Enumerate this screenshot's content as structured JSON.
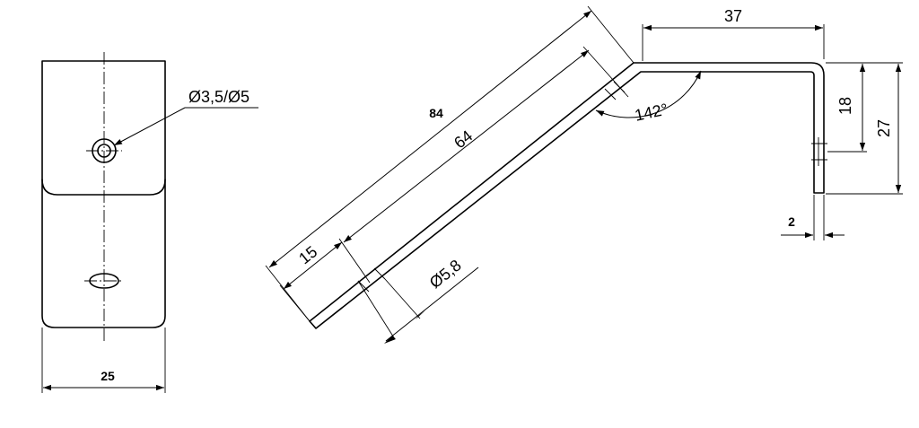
{
  "dimensions": {
    "hole_diameter": "Ø3,5/Ø5",
    "width": "25",
    "long_length": "84",
    "inner_length": "64",
    "end_offset": "15",
    "slot_diameter": "Ø5,8",
    "top_length": "37",
    "hole_height": "18",
    "total_height": "27",
    "thickness": "2",
    "bend_angle": "142°"
  }
}
